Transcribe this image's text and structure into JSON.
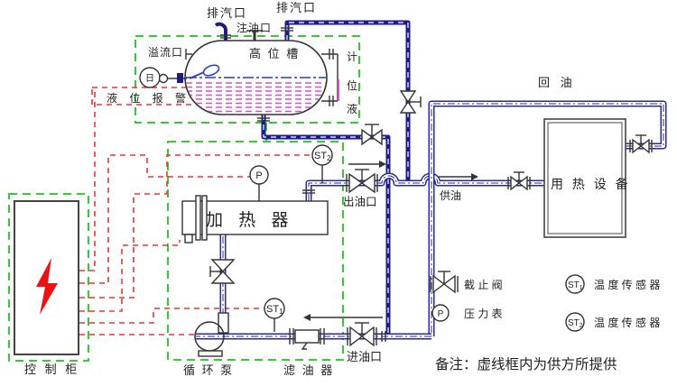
{
  "colors": {
    "pipe_blue": "#2a2a99",
    "dark_pipe_blue": "#1b1b8a",
    "supplier_box_green": "#33cc33",
    "control_wire_red": "#ee3333",
    "liquid_magenta": "#cc55cc",
    "lightning_red": "#ee1111"
  },
  "tank": {
    "name": "高 位 槽",
    "vent_left_label": "排汽口",
    "vent_right_label": "排汽口",
    "fill_port_label": "注油口",
    "overflow_label": "溢流口",
    "level_alarm_label": "液 位 报 警",
    "alarm_glyph": "日",
    "gauge_chars": [
      "计",
      "位",
      "液"
    ]
  },
  "heater": {
    "name": "加 热 器"
  },
  "pump": {
    "name": "循 环 泵"
  },
  "filter": {
    "name": "滤 油 器"
  },
  "cabinet": {
    "name": "控 制 柜"
  },
  "equipment": {
    "name": "用 热 设 备"
  },
  "ports": {
    "outlet": "出油口",
    "inlet": "进油口",
    "supply": "供油",
    "return": "回  油"
  },
  "sensors": {
    "p": "P",
    "st": "ST",
    "sub1": "1",
    "sub2": "2"
  },
  "legend": {
    "stop_valve": "截 止 阀",
    "pressure_gauge": "压 力 表",
    "temp_sensor1": "温 度 传 感 器",
    "temp_sensor2": "温 度 传 感 器"
  },
  "note": "备注：虚线框内为供方所提供"
}
